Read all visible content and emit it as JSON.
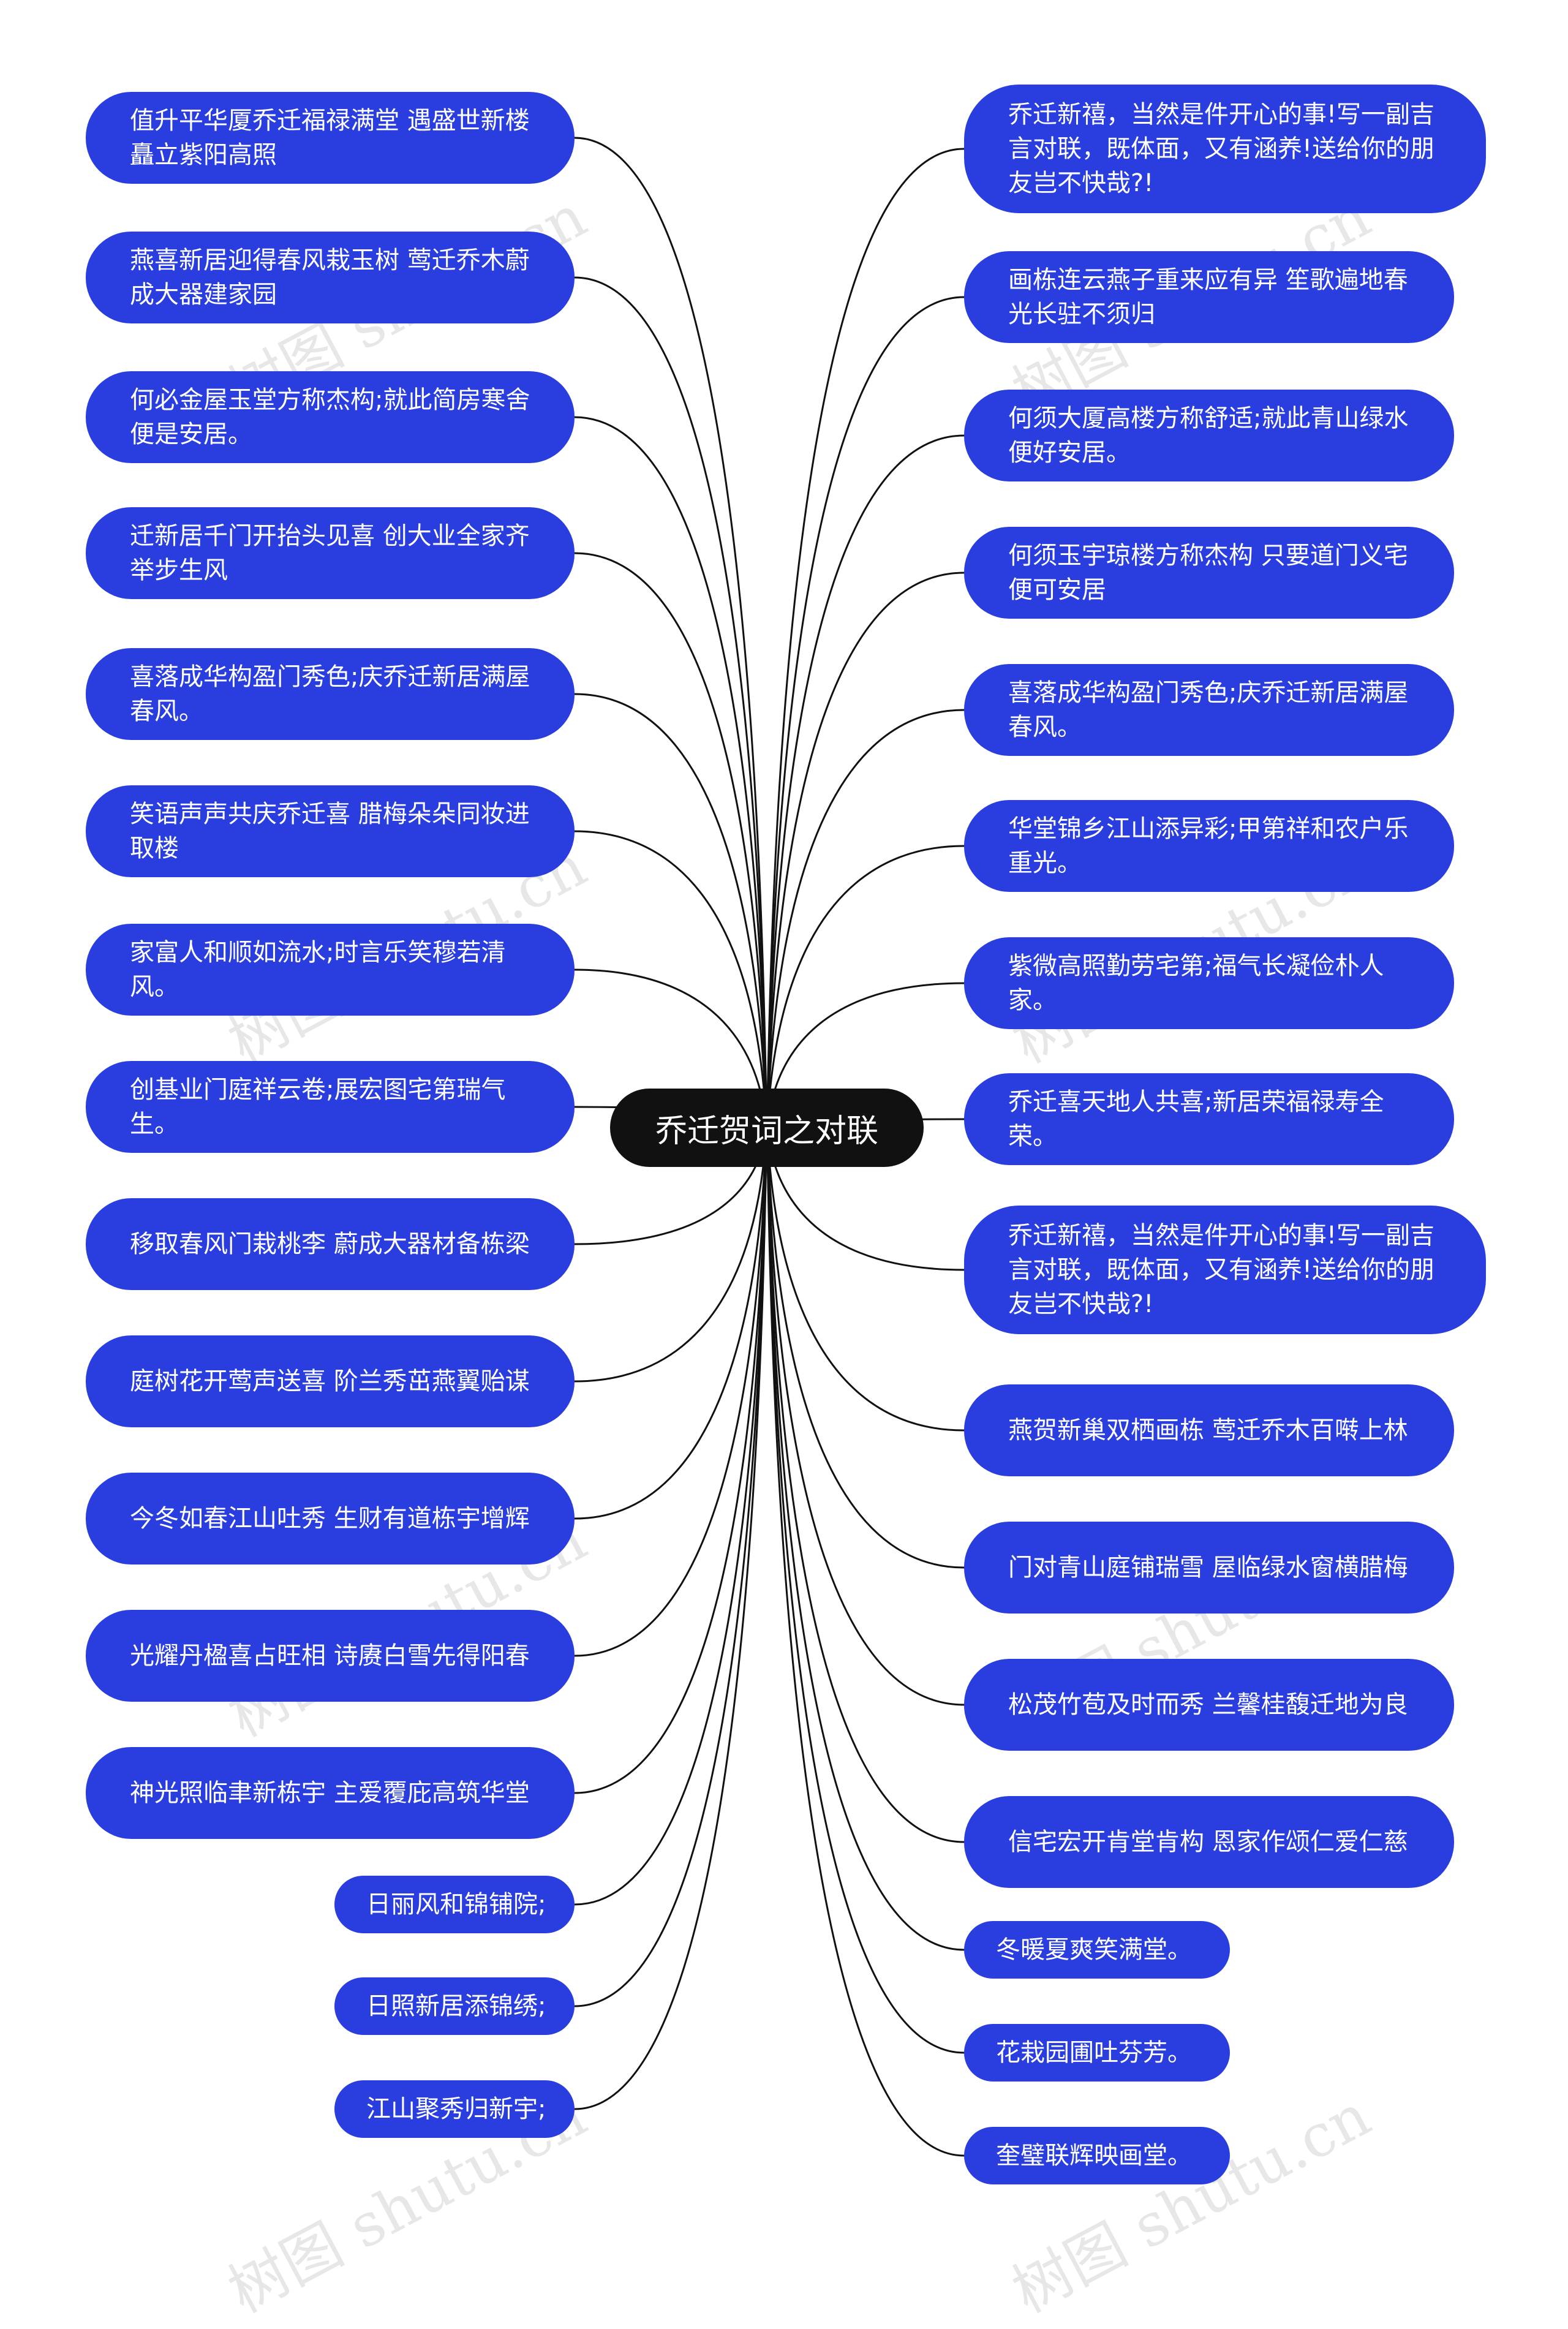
{
  "title": "乔迁贺词之对联",
  "watermark": "树图 shutu.cn",
  "colors": {
    "node": "#2a3ee0",
    "center": "#111111",
    "line": "#111111"
  },
  "left": [
    "值升平华厦乔迁福禄满堂 遇盛世新楼矗立紫阳高照",
    "燕喜新居迎得春风栽玉树 莺迁乔木蔚成大器建家园",
    "何必金屋玉堂方称杰构;就此简房寒舍便是安居。",
    "迁新居千门开抬头见喜 创大业全家齐举步生风",
    "喜落成华构盈门秀色;庆乔迁新居满屋春风。",
    "笑语声声共庆乔迁喜 腊梅朵朵同妆进取楼",
    "家富人和顺如流水;时言乐笑穆若清风。",
    "创基业门庭祥云卷;展宏图宅第瑞气生。",
    "移取春风门栽桃李 蔚成大器材备栋梁",
    "庭树花开莺声送喜 阶兰秀茁燕翼贻谋",
    "今冬如春江山吐秀 生财有道栋宇增辉",
    "光耀丹楹喜占旺相 诗赓白雪先得阳春",
    "神光照临聿新栋宇 主爱覆庇高筑华堂",
    "日丽风和锦铺院;",
    "日照新居添锦绣;",
    "江山聚秀归新宇;"
  ],
  "right": [
    "乔迁新禧，当然是件开心的事!写一副吉言对联，既体面，又有涵养!送给你的朋友岂不快哉?!",
    "画栋连云燕子重来应有异 笙歌遍地春光长驻不须归",
    "何须大厦高楼方称舒适;就此青山绿水便好安居。",
    "何须玉宇琼楼方称杰构 只要道门义宅便可安居",
    "喜落成华构盈门秀色;庆乔迁新居满屋春风。",
    "华堂锦乡江山添异彩;甲第祥和农户乐重光。",
    "紫微高照勤劳宅第;福气长凝俭朴人家。",
    "乔迁喜天地人共喜;新居荣福禄寿全荣。",
    "乔迁新禧，当然是件开心的事!写一副吉言对联，既体面，又有涵养!送给你的朋友岂不快哉?!",
    "燕贺新巢双栖画栋 莺迁乔木百啭上林",
    "门对青山庭铺瑞雪 屋临绿水窗横腊梅",
    "松茂竹苞及时而秀 兰馨桂馥迁地为良",
    "信宅宏开肯堂肯构 恩家作颂仁爱仁慈",
    "冬暖夏爽笑满堂。",
    "花栽园圃吐芬芳。",
    "奎璧联辉映画堂。"
  ]
}
